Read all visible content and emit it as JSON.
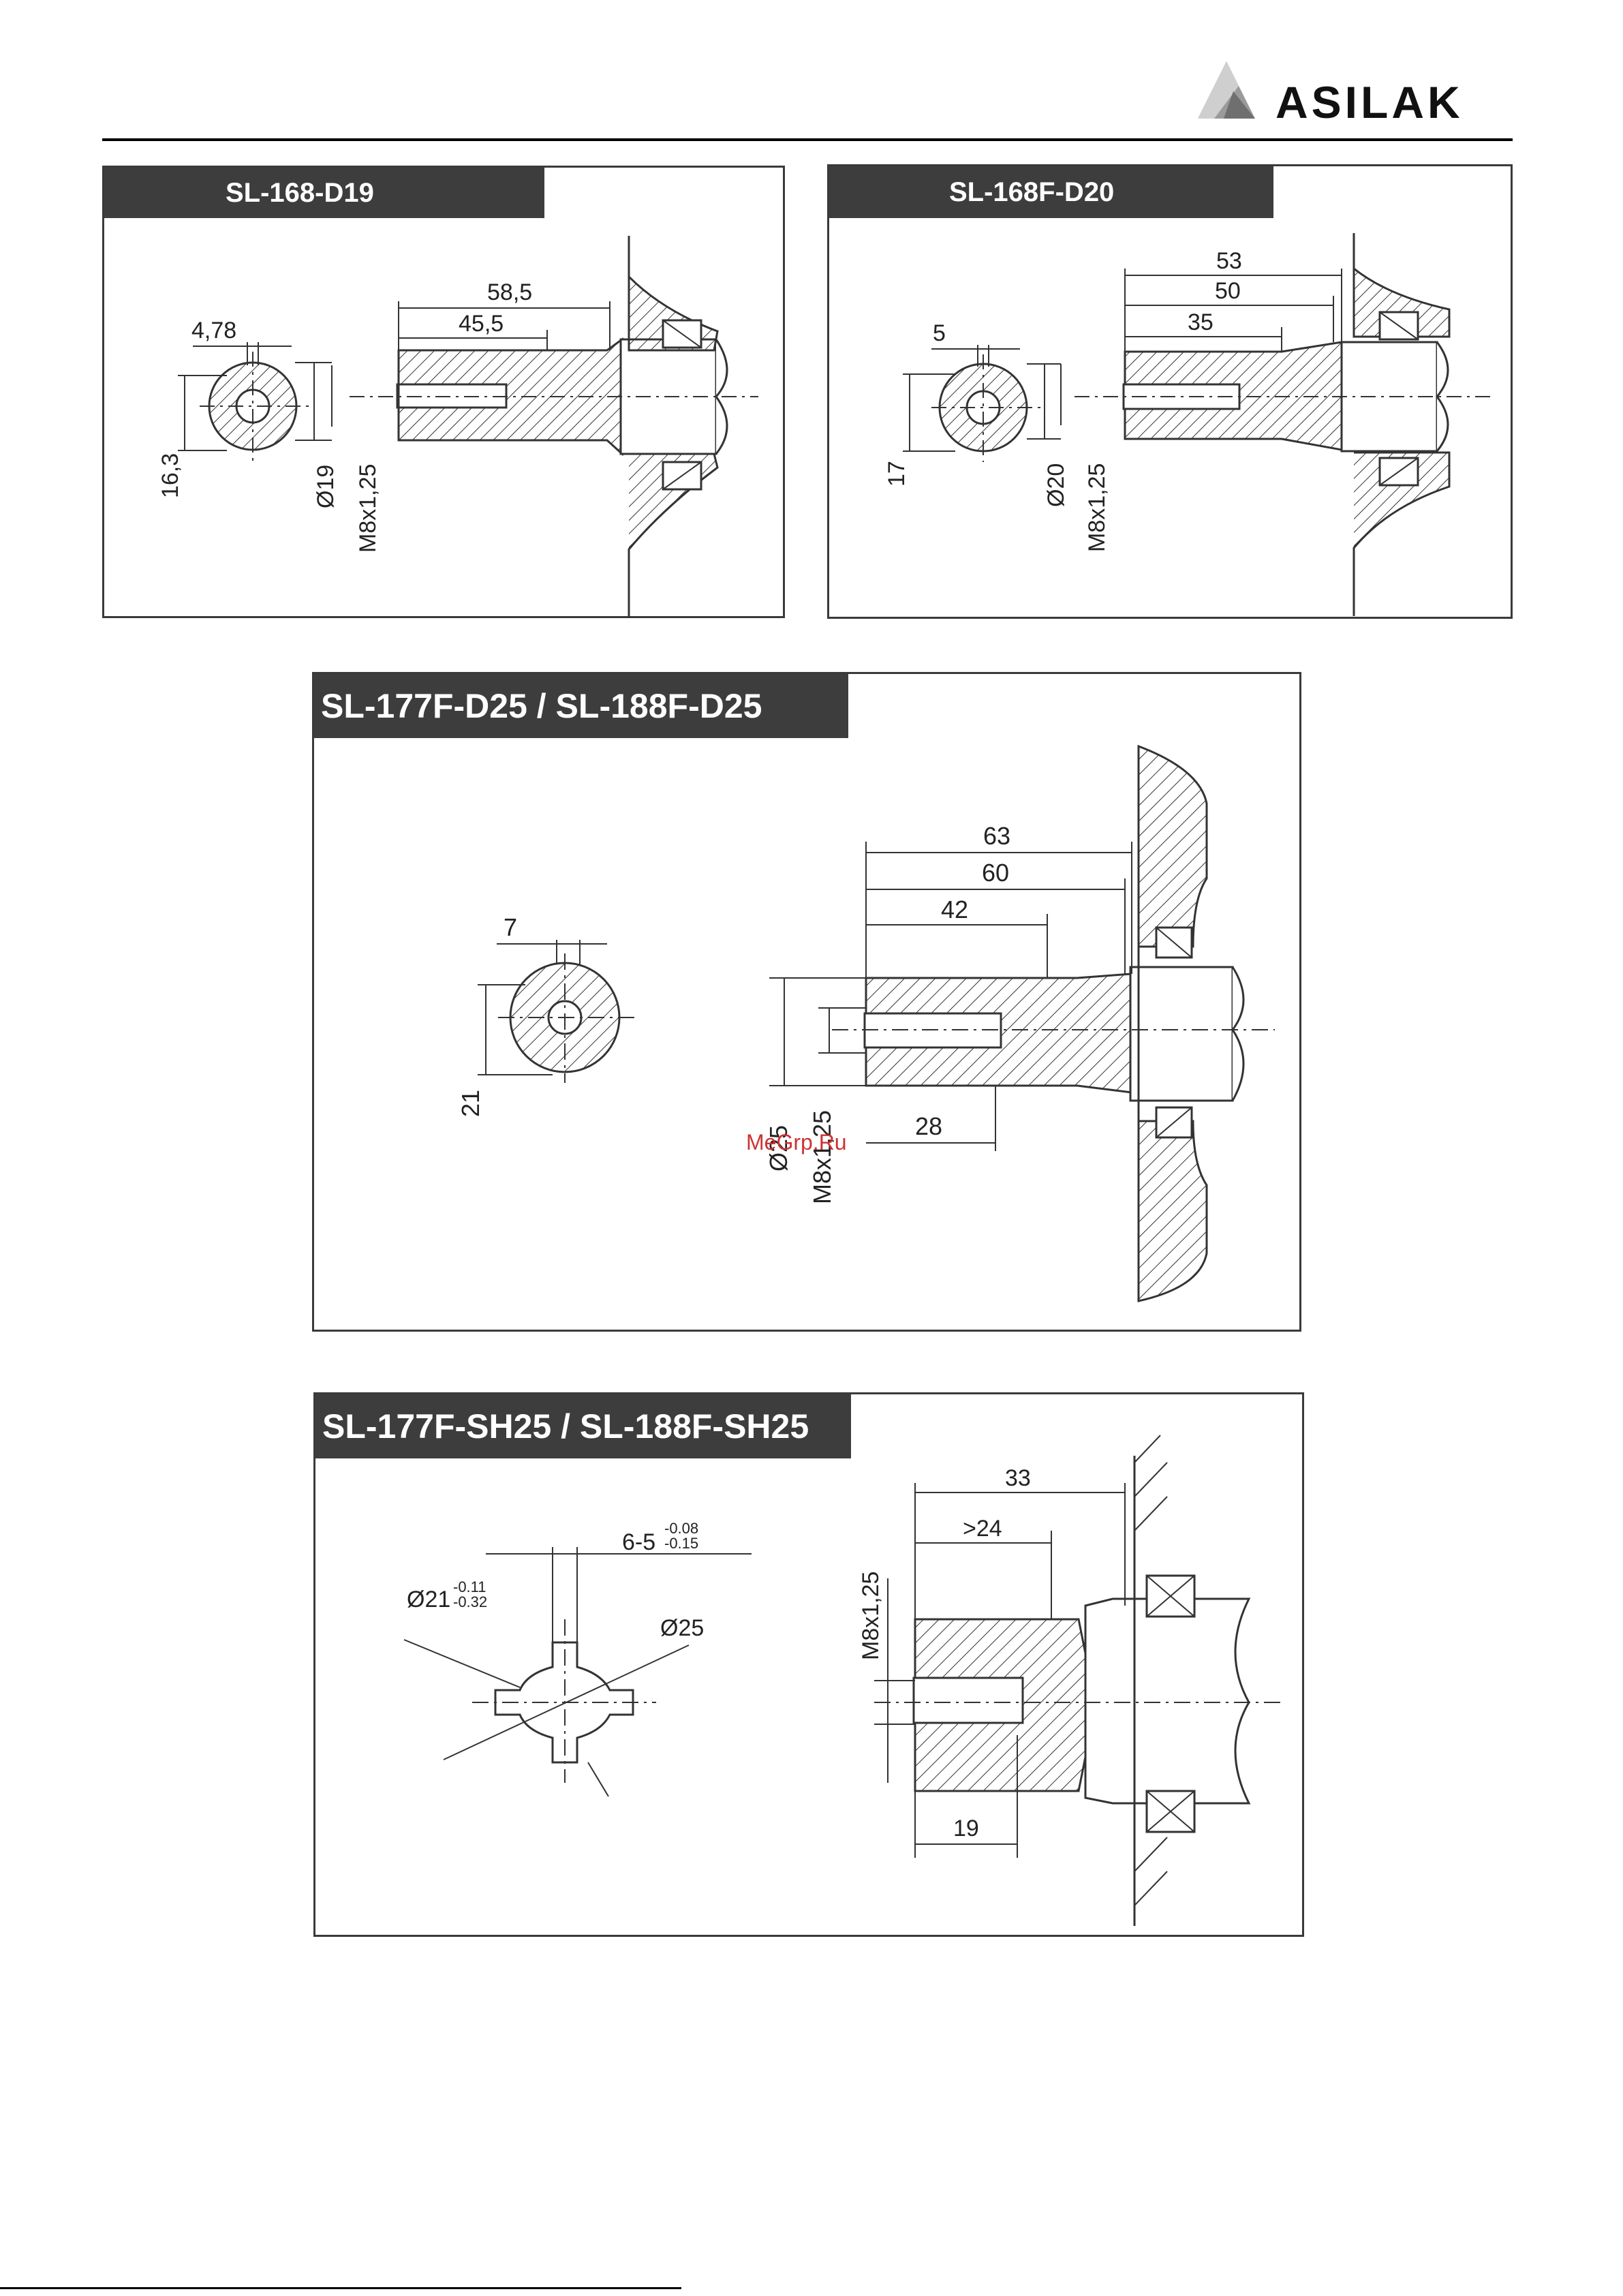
{
  "header": {
    "brand": "ASILAK",
    "colors": {
      "brand_dark": "#111111",
      "brand_gray": "#9a9a9a",
      "tag_bg": "#3d3d3d"
    }
  },
  "watermark": "MeGrp.Ru",
  "panels": [
    {
      "id": "sl-168-d19",
      "title": "SL-168-D19",
      "labels": {
        "key_width": "4,78",
        "key_height": "16,3",
        "length_total": "58,5",
        "length_inner": "45,5",
        "diameter": "Ø19",
        "thread": "M8x1,25"
      }
    },
    {
      "id": "sl-168f-d20",
      "title": "SL-168F-D20",
      "labels": {
        "key_width": "5",
        "key_height": "17",
        "length_total": "53",
        "length_mid": "50",
        "length_inner": "35",
        "diameter": "Ø20",
        "thread": "M8x1,25"
      }
    },
    {
      "id": "sl-177f-d25",
      "title": "SL-177F-D25 / SL-188F-D25",
      "labels": {
        "key_width": "7",
        "key_height": "21",
        "length_total": "63",
        "length_mid": "60",
        "length_inner": "42",
        "thread_depth": "28",
        "diameter": "Ø25",
        "thread": "M8x1,25"
      }
    },
    {
      "id": "sl-177f-sh25",
      "title": "SL-177F-SH25 / SL-188F-SH25",
      "labels": {
        "spline": "6-5",
        "spline_tol_upper": "-0.08",
        "spline_tol_lower": "-0.15",
        "inner_diameter": "Ø21",
        "inner_tol_upper": "-0.11",
        "inner_tol_lower": "-0.32",
        "outer_diameter": "Ø25",
        "length_total": "33",
        "length_spline": ">24",
        "thread_depth": "19",
        "thread": "M8x1,25"
      }
    }
  ]
}
